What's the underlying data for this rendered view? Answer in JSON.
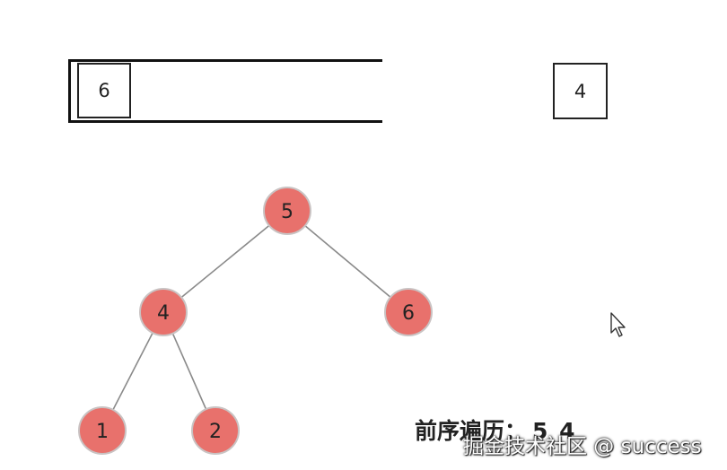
{
  "stack": {
    "items": [
      "6"
    ]
  },
  "current": {
    "value": "4"
  },
  "tree": {
    "node_fill": "#e8716c",
    "node_stroke": "#c9c3c3",
    "edge_color": "#8a8a8a",
    "nodes": [
      {
        "id": "n5",
        "label": "5"
      },
      {
        "id": "n4",
        "label": "4"
      },
      {
        "id": "n6",
        "label": "6"
      },
      {
        "id": "n1",
        "label": "1"
      },
      {
        "id": "n2",
        "label": "2"
      }
    ],
    "edges": [
      {
        "from": "n5",
        "to": "n4"
      },
      {
        "from": "n5",
        "to": "n6"
      },
      {
        "from": "n4",
        "to": "n1"
      },
      {
        "from": "n4",
        "to": "n2"
      }
    ]
  },
  "traversal": {
    "label": "前序遍历：",
    "values": "5 4"
  },
  "watermark": {
    "text": "掘金技术社区 @ success"
  },
  "cursor": {
    "icon": "mouse-pointer-icon"
  }
}
